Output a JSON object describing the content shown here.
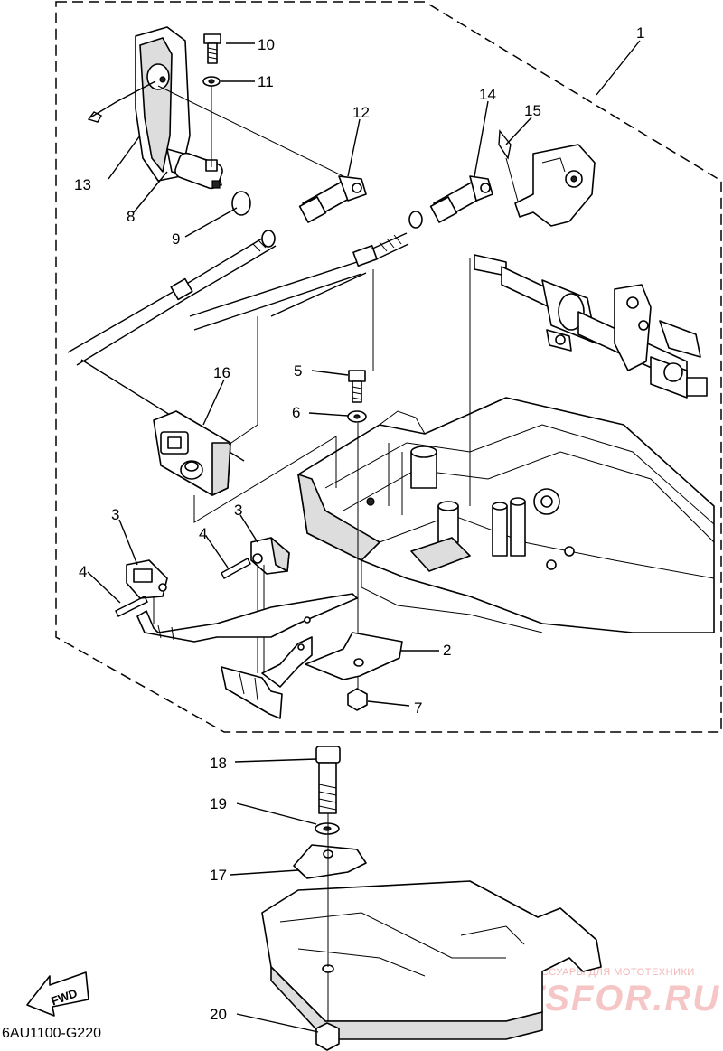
{
  "diagram": {
    "part_labels": {
      "p1": "1",
      "p2": "2",
      "p3a": "3",
      "p3b": "3",
      "p4a": "4",
      "p4b": "4",
      "p5": "5",
      "p6": "6",
      "p7": "7",
      "p8": "8",
      "p9": "9",
      "p10": "10",
      "p11": "11",
      "p12": "12",
      "p13": "13",
      "p14": "14",
      "p15": "15",
      "p16": "16",
      "p17": "17",
      "p18": "18",
      "p19": "19",
      "p20": "20"
    },
    "fwd_label": "FWD",
    "drawing_code": "6AU1100-G220"
  },
  "watermark": {
    "tagline": "ЗАПЧАСТИ И АКСЕССУАРЫ ДЛЯ МОТОТЕХНИКИ",
    "brand": "PARTSFOR.RU",
    "color": "#f3b7b7"
  }
}
